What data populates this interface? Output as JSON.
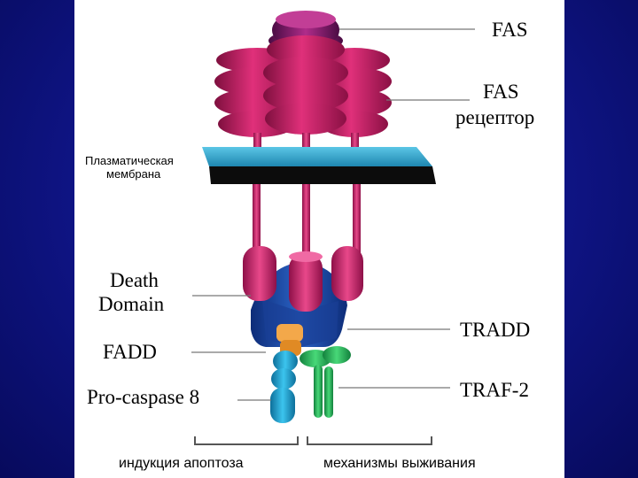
{
  "labels": {
    "fas": "FAS",
    "fas_receptor_line1": "FAS",
    "fas_receptor_line2": "рецептор",
    "membrane_line1": "Плазматическая",
    "membrane_line2": "мембрана",
    "death_domain_line1": "Death",
    "death_domain_line2": "Domain",
    "tradd": "TRADD",
    "fadd": "FADD",
    "traf2": "TRAF-2",
    "procaspase": "Pro-caspase 8",
    "apoptosis": "индукция апоптоза",
    "survival": "механизмы выживания"
  },
  "colors": {
    "background": "#10168c",
    "panel": "#ffffff",
    "receptor": "#c0185e",
    "ligand": "#7a1a6a",
    "membrane": "#36a9cf",
    "death_domain": "#1f4fa8",
    "fadd": "#f0a030",
    "procaspase": "#1da0d0",
    "traf2": "#2ab55a"
  }
}
